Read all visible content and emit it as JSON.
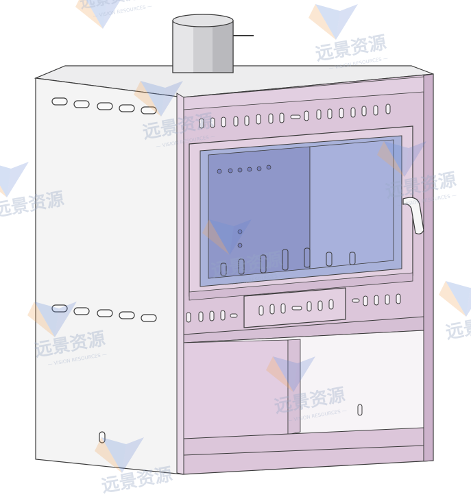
{
  "scene": {
    "subject": "stove-3d-render",
    "colors": {
      "background": "#ffffff",
      "body_side": "#f3f3f3",
      "body_top": "#ededee",
      "front_panel": "#dcc6da",
      "front_panel_dark": "#cdb3cc",
      "glass": "#a9b2da",
      "glass_dark": "#8f97c9",
      "outline": "#3a3a3a",
      "flue": "#c9c9cc"
    }
  },
  "watermark": {
    "text": "远景资源",
    "subtitle": "— VISION RESOURCES —",
    "colors": {
      "blue": "#6b8fd8",
      "orange": "#f0a860",
      "text": "#9aa9c6"
    }
  }
}
